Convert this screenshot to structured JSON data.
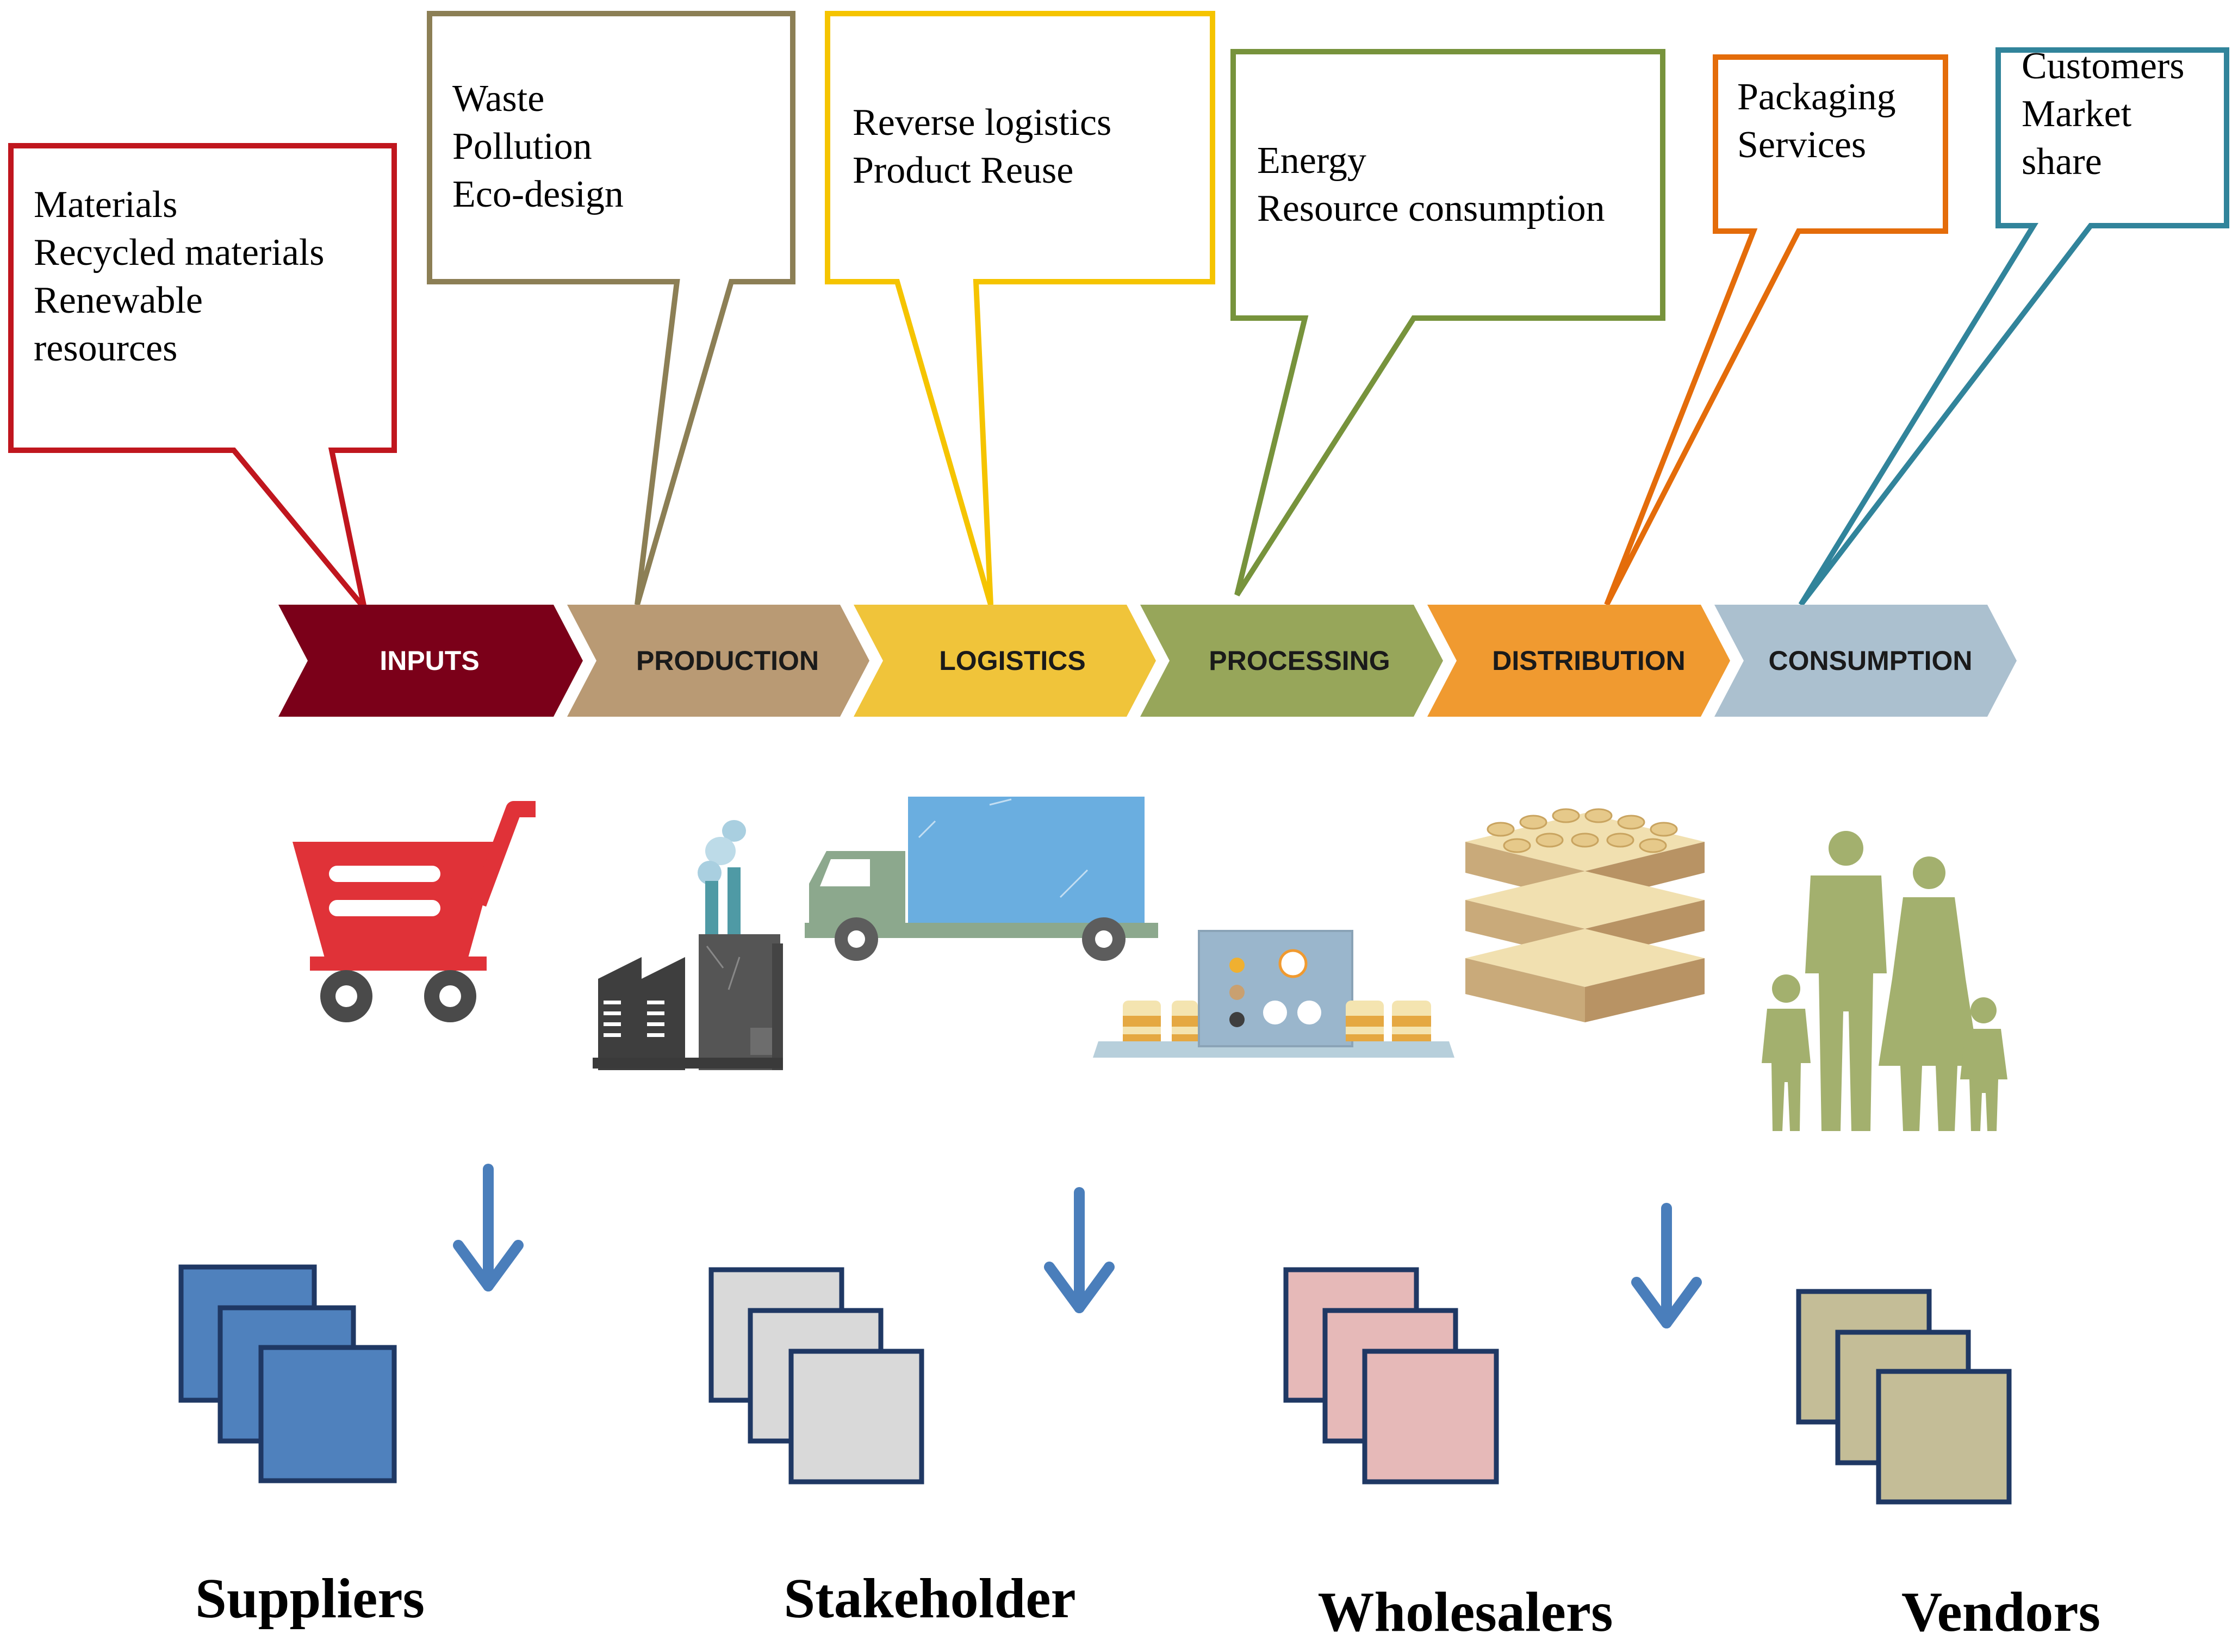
{
  "callouts": [
    {
      "id": "inputs",
      "lines": [
        "Materials",
        "Recycled materials",
        "Renewable",
        "resources"
      ],
      "color": "#c0161e"
    },
    {
      "id": "production",
      "lines": [
        "Waste",
        "Pollution",
        "Eco-design"
      ],
      "color": "#8c7f55"
    },
    {
      "id": "logistics",
      "lines": [
        "Reverse logistics",
        "Product Reuse"
      ],
      "color": "#f5c400"
    },
    {
      "id": "processing",
      "lines": [
        "Energy",
        "Resource consumption"
      ],
      "color": "#77933c"
    },
    {
      "id": "distribution",
      "lines": [
        "Packaging",
        "Services"
      ],
      "color": "#e46c0a"
    },
    {
      "id": "consumption",
      "lines": [
        "Customers",
        "Market",
        "share"
      ],
      "color": "#31849b"
    }
  ],
  "stages": [
    {
      "label": "INPUTS",
      "fill": "#7b0019",
      "text_color": "#ffffff"
    },
    {
      "label": "PRODUCTION",
      "fill": "#b99a74",
      "text_color": "#1a1a1a"
    },
    {
      "label": "LOGISTICS",
      "fill": "#f0c43a",
      "text_color": "#1a1a1a"
    },
    {
      "label": "PROCESSING",
      "fill": "#97a65a",
      "text_color": "#1a1a1a"
    },
    {
      "label": "DISTRIBUTION",
      "fill": "#f09a30",
      "text_color": "#1a1a1a"
    },
    {
      "label": "CONSUMPTION",
      "fill": "#abc0cf",
      "text_color": "#1a1a1a"
    }
  ],
  "icons": [
    "shopping-cart-icon",
    "factory-icon",
    "delivery-truck-icon",
    "processing-machine-icon",
    "stacked-pallets-icon",
    "family-icon"
  ],
  "groups": [
    {
      "label": "Suppliers",
      "fill": "#4f81bd",
      "stroke": "#1f3864"
    },
    {
      "label": "Stakeholder",
      "fill": "#d9d9d9",
      "stroke": "#1f3864"
    },
    {
      "label": "Wholesalers",
      "fill": "#e6b9b8",
      "stroke": "#1f3864"
    },
    {
      "label": "Vendors",
      "fill": "#c4bd97",
      "stroke": "#1f3864"
    }
  ],
  "arrow_color": "#4a7ebb"
}
